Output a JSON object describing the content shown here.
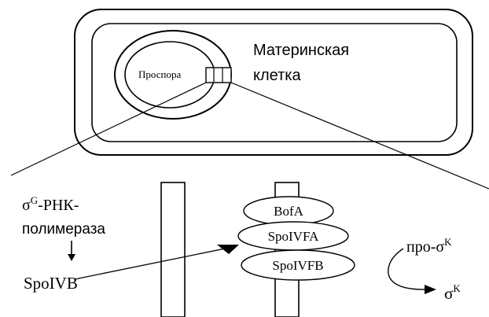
{
  "cell": {
    "mother_cell_label_line1": "Материнская",
    "mother_cell_label_line2": "клетка",
    "prespore_label": "Проспора"
  },
  "signal": {
    "sigma_symbol": "σ",
    "sigma_g_superscript": "G",
    "rna_pol_line1_suffix": "-РНК-",
    "rna_pol_line2": "полимераза",
    "spoivb": "SpoIVB"
  },
  "complex": {
    "bofa": "BofA",
    "spoivfa": "SpoIVFA",
    "spoivfb": "SpoIVFB"
  },
  "processing": {
    "pro_prefix": "про-",
    "sigma_symbol": "σ",
    "k_superscript": "K"
  },
  "colors": {
    "stroke": "#000000",
    "background": "#ffffff"
  }
}
